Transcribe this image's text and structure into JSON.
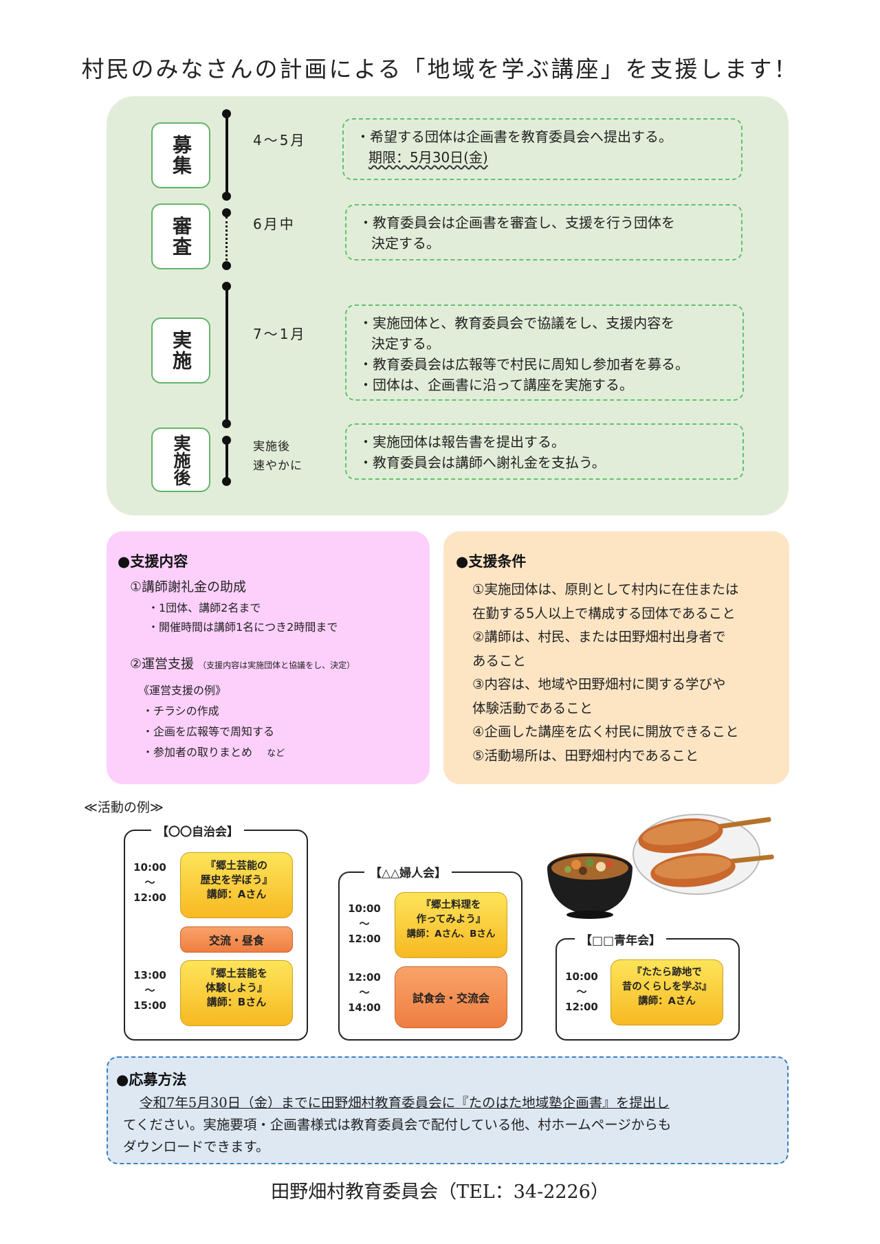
{
  "title": "村民のみなさんの計画による「地域を学ぶ講座」を支援します！",
  "stages": [
    {
      "name": "募集",
      "period": "4〜5月",
      "lines": [
        "・希望する団体は企画書を教育委員会へ提出する。",
        "期限：5月30日(金)"
      ]
    },
    {
      "name": "審査",
      "period": "6月中",
      "lines": [
        "・教育委員会は企画書を審査し、支援を行う団体を",
        "決定する。"
      ]
    },
    {
      "name": "実施",
      "period": "7〜1月",
      "lines": [
        "・実施団体と、教育委員会で協議をし、支援内容を",
        "決定する。",
        "・教育委員会は広報等で村民に周知し参加者を募る。",
        "・団体は、企画書に沿って講座を実施する。"
      ]
    },
    {
      "name": "実施後",
      "period_lines": [
        "実施後",
        "速やかに"
      ],
      "lines": [
        "・実施団体は報告書を提出する。",
        "・教育委員会は講師へ謝礼金を支払う。"
      ]
    }
  ],
  "support": {
    "heading": "●支援内容",
    "item1": "①講師謝礼金の助成",
    "item1_sub": [
      "・1団体、講師2名まで",
      "・開催時間は講師1名につき2時間まで"
    ],
    "item2": "②運営支援",
    "item2_note": "（支援内容は実施団体と協議をし、決定）",
    "examples_head": "《運営支援の例》",
    "examples": [
      "・チラシの作成",
      "・企画を広報等で周知する",
      "・参加者の取りまとめ"
    ],
    "examples_suffix": "など"
  },
  "conditions": {
    "heading": "●支援条件",
    "lines": [
      "①実施団体は、原則として村内に在住または",
      "在勤する5人以上で構成する団体であること",
      "②講師は、村民、または田野畑村出身者で",
      "あること",
      "③内容は、地域や田野畑村に関する学びや",
      "体験活動であること",
      "④企画した講座を広く村民に開放できること",
      "⑤活動場所は、田野畑村内であること"
    ]
  },
  "examples_label": "≪活動の例≫",
  "activities": {
    "a": {
      "title": "【〇〇自治会】",
      "t1": [
        "10:00",
        "〜",
        "12:00"
      ],
      "box1": [
        "『郷土芸能の",
        "歴史を学ぼう』",
        "講師：Aさん"
      ],
      "break": "交流・昼食",
      "t2": [
        "13:00",
        "〜",
        "15:00"
      ],
      "box2": [
        "『郷土芸能を",
        "体験しよう』",
        "講師：Bさん"
      ]
    },
    "b": {
      "title": "【△△婦人会】",
      "t1": [
        "10:00",
        "〜",
        "12:00"
      ],
      "box1": [
        "『郷土料理を",
        "作ってみよう』",
        "講師：Aさん、Bさん"
      ],
      "t2": [
        "12:00",
        "〜",
        "14:00"
      ],
      "box2": "試食会・交流会"
    },
    "c": {
      "title": "【□□青年会】",
      "t1": [
        "10:00",
        "〜",
        "12:00"
      ],
      "box1": [
        "『たたら跡地で",
        "昔のくらしを学ぶ』",
        "講師：Aさん"
      ]
    }
  },
  "apply": {
    "heading": "●応募方法",
    "lines": [
      "令和7年5月30日（金）までに田野畑村教育委員会に『たのはた地域塾企画書』を提出し",
      "てください。実施要項・企画書様式は教育委員会で配付している他、村ホームページからも",
      "ダウンロードできます。"
    ]
  },
  "footer": "田野畑村教育委員会（TEL：34-2226）",
  "colors": {
    "flow_bg": "#e2edd9",
    "stage_border": "#62b469",
    "support_bg": "#fdd0fc",
    "cond_bg": "#fde5c4",
    "apply_bg": "#dde8f3",
    "apply_border": "#3a7fc0"
  }
}
